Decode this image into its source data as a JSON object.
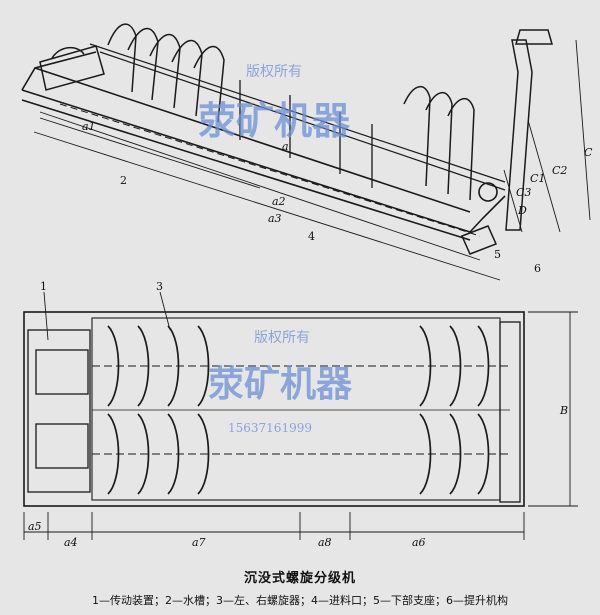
{
  "caption": {
    "title": "沉没式螺旋分级机",
    "legend": "1—传动装置；2—水槽；3—左、右螺旋器；4—进料口；5—下部支座；6—提升机构"
  },
  "watermark": {
    "top_text": "版权所有",
    "brand_text": "荥矿机器",
    "phone": "15637161999",
    "color": "#6b8fd6"
  },
  "side_view": {
    "part_labels": [
      "2",
      "4",
      "5",
      "6"
    ],
    "dimension_labels": [
      "a1",
      "a",
      "a2",
      "a3",
      "C",
      "C1",
      "C2",
      "C3",
      "D"
    ]
  },
  "top_view": {
    "part_labels": [
      "1",
      "3"
    ],
    "dimension_labels": [
      "a5",
      "a4",
      "a7",
      "a8",
      "a6",
      "B"
    ]
  },
  "colors": {
    "line": "#1a1a1a",
    "paper": "#e6e6e6"
  }
}
